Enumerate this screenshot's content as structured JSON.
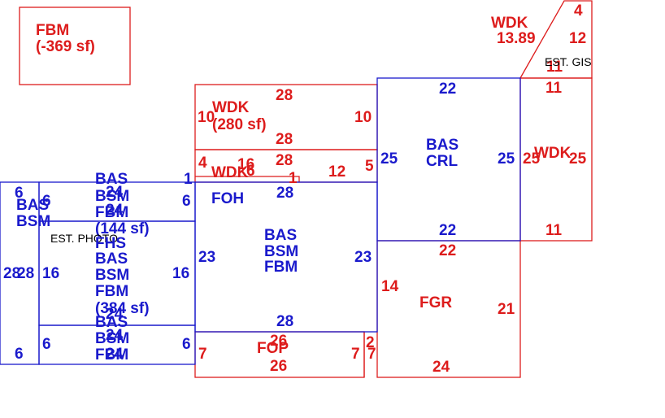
{
  "colors": {
    "blue": "#1a1acc",
    "red": "#dd1c1c",
    "black": "#000000"
  },
  "areas": {
    "fbm_box": {
      "line1": "FBM",
      "line2": "(-369 sf)"
    },
    "wdk_top_left": {
      "line1": "WDK",
      "line2": "(280 sf)",
      "dims": [
        "28",
        "28",
        "10",
        "10"
      ]
    },
    "wdk_strip": {
      "label": "WDK",
      "dims": [
        "4",
        "16",
        "28",
        "1",
        "12",
        "5",
        "6"
      ]
    },
    "bas_crl": {
      "line1": "BAS",
      "line2": "CRL",
      "dims": [
        "22",
        "22",
        "25",
        "25"
      ]
    },
    "wdk_right": {
      "label": "WDK",
      "dims": [
        "11",
        "11",
        "25",
        "25"
      ]
    },
    "wdk_triangle": {
      "label": "WDK",
      "value": "13.89",
      "dims": [
        "4",
        "12",
        "11"
      ],
      "note": "EST. GIS"
    },
    "foh": {
      "label": "FOH"
    },
    "bas_bsm_fbm_main": {
      "line1": "BAS",
      "line2": "BSM",
      "line3": "FBM",
      "dims": [
        "28",
        "28",
        "23",
        "23"
      ]
    },
    "fgr": {
      "label": "FGR",
      "dims": [
        "22",
        "14",
        "21",
        "24"
      ]
    },
    "fop": {
      "label": "FOP",
      "dims": [
        "26",
        "26",
        "7",
        "7",
        "7",
        "2"
      ]
    },
    "bas_bsm_left": {
      "line1": "BAS",
      "line2": "BSM",
      "dims": [
        "6",
        "6",
        "28",
        "28"
      ]
    },
    "upper_stack": {
      "lines": [
        "BAS",
        "BSM",
        "FBM",
        "(144 sf)"
      ],
      "dims": [
        "24",
        "24",
        "6",
        "6",
        "1",
        "6"
      ]
    },
    "middle_stack": {
      "lines": [
        "FHS",
        "BAS",
        "BSM",
        "FBM",
        "(384 sf)"
      ],
      "dims": [
        "16",
        "16",
        "24"
      ],
      "note": "EST. PHOTO"
    },
    "lower_stack": {
      "lines": [
        "BAS",
        "BSM",
        "FBM"
      ],
      "dims": [
        "24",
        "24",
        "6",
        "6"
      ]
    }
  }
}
